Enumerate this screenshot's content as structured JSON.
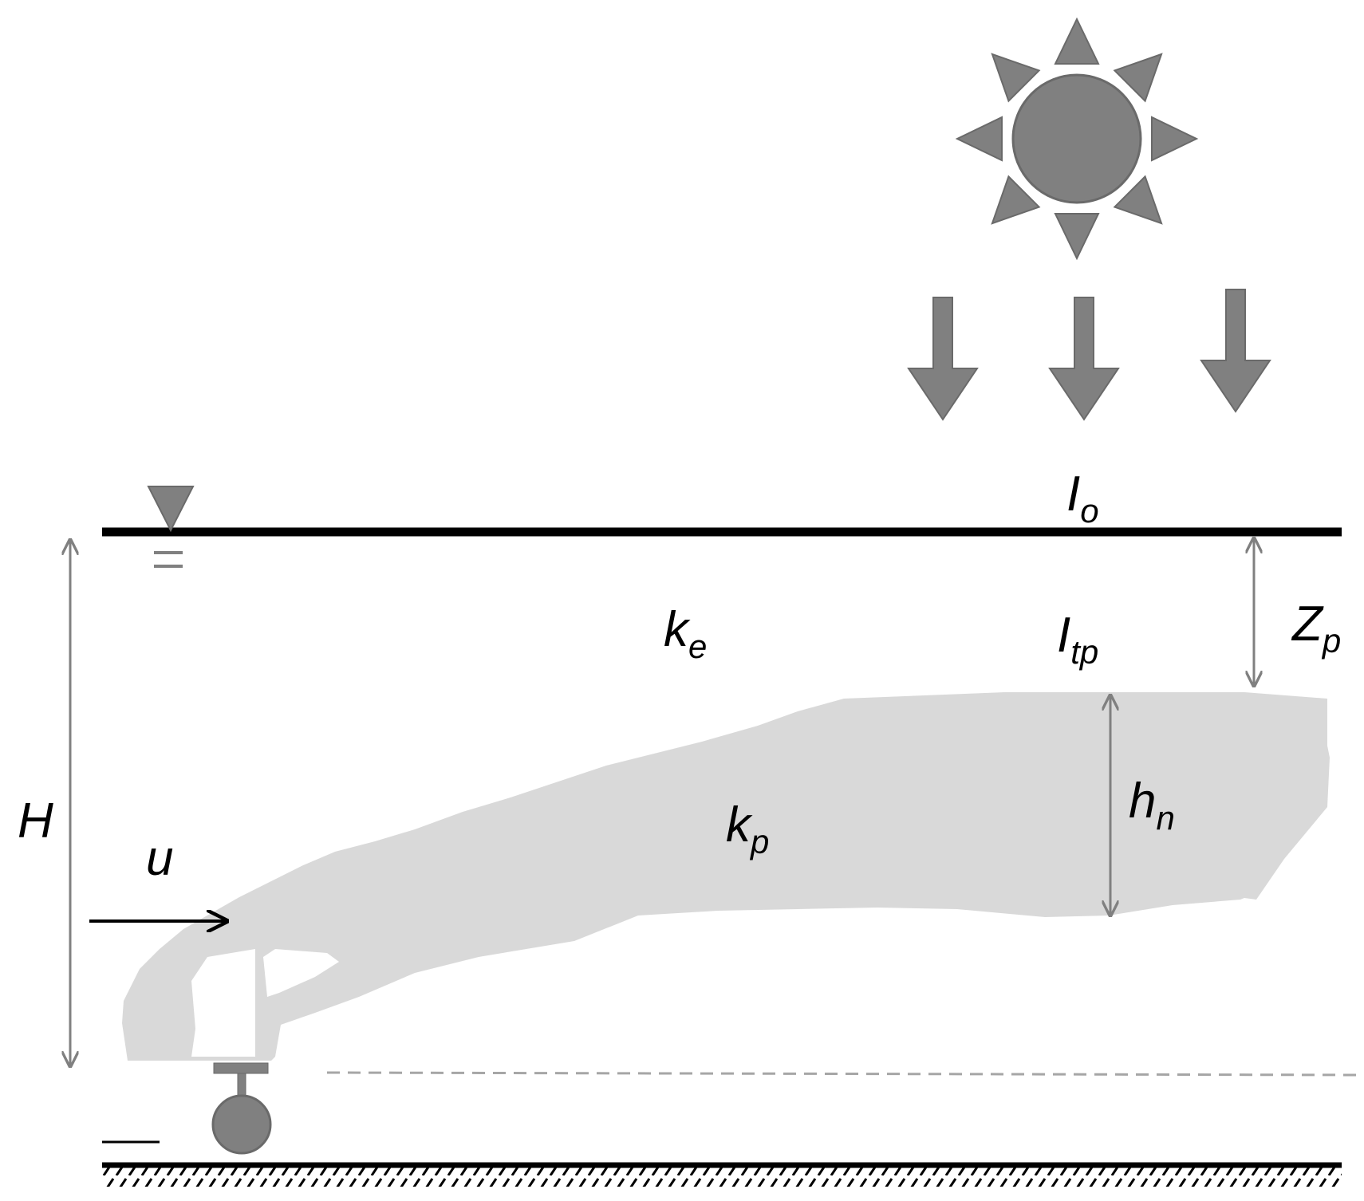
{
  "colors": {
    "icon_fill": "#808080",
    "icon_stroke": "#6a6a6a",
    "plume_fill": "#d9d9d9",
    "line": "#000000",
    "dimension_arrow": "#808080",
    "thermocline_dash": "#a6a6a6",
    "background": "#ffffff"
  },
  "icons": {
    "sun": "sun-icon",
    "light_rays": "down-arrow-icon",
    "water_level": "water-level-triangle-icon",
    "diffuser": "diffuser-nozzle-icon",
    "seabed": "hatched-ground-icon"
  },
  "labels": {
    "surface_light": {
      "base": "I",
      "sub": "o"
    },
    "light_at_plume_top": {
      "base": "I",
      "sub": "tp"
    },
    "plume_depth": {
      "base": "Z",
      "sub": "p"
    },
    "ambient_attenuation": {
      "base": "k",
      "sub": "e"
    },
    "plume_attenuation": {
      "base": "k",
      "sub": "p"
    },
    "plume_thickness": {
      "base": "h",
      "sub": "n"
    },
    "water_depth": "H",
    "current_velocity": "u"
  }
}
